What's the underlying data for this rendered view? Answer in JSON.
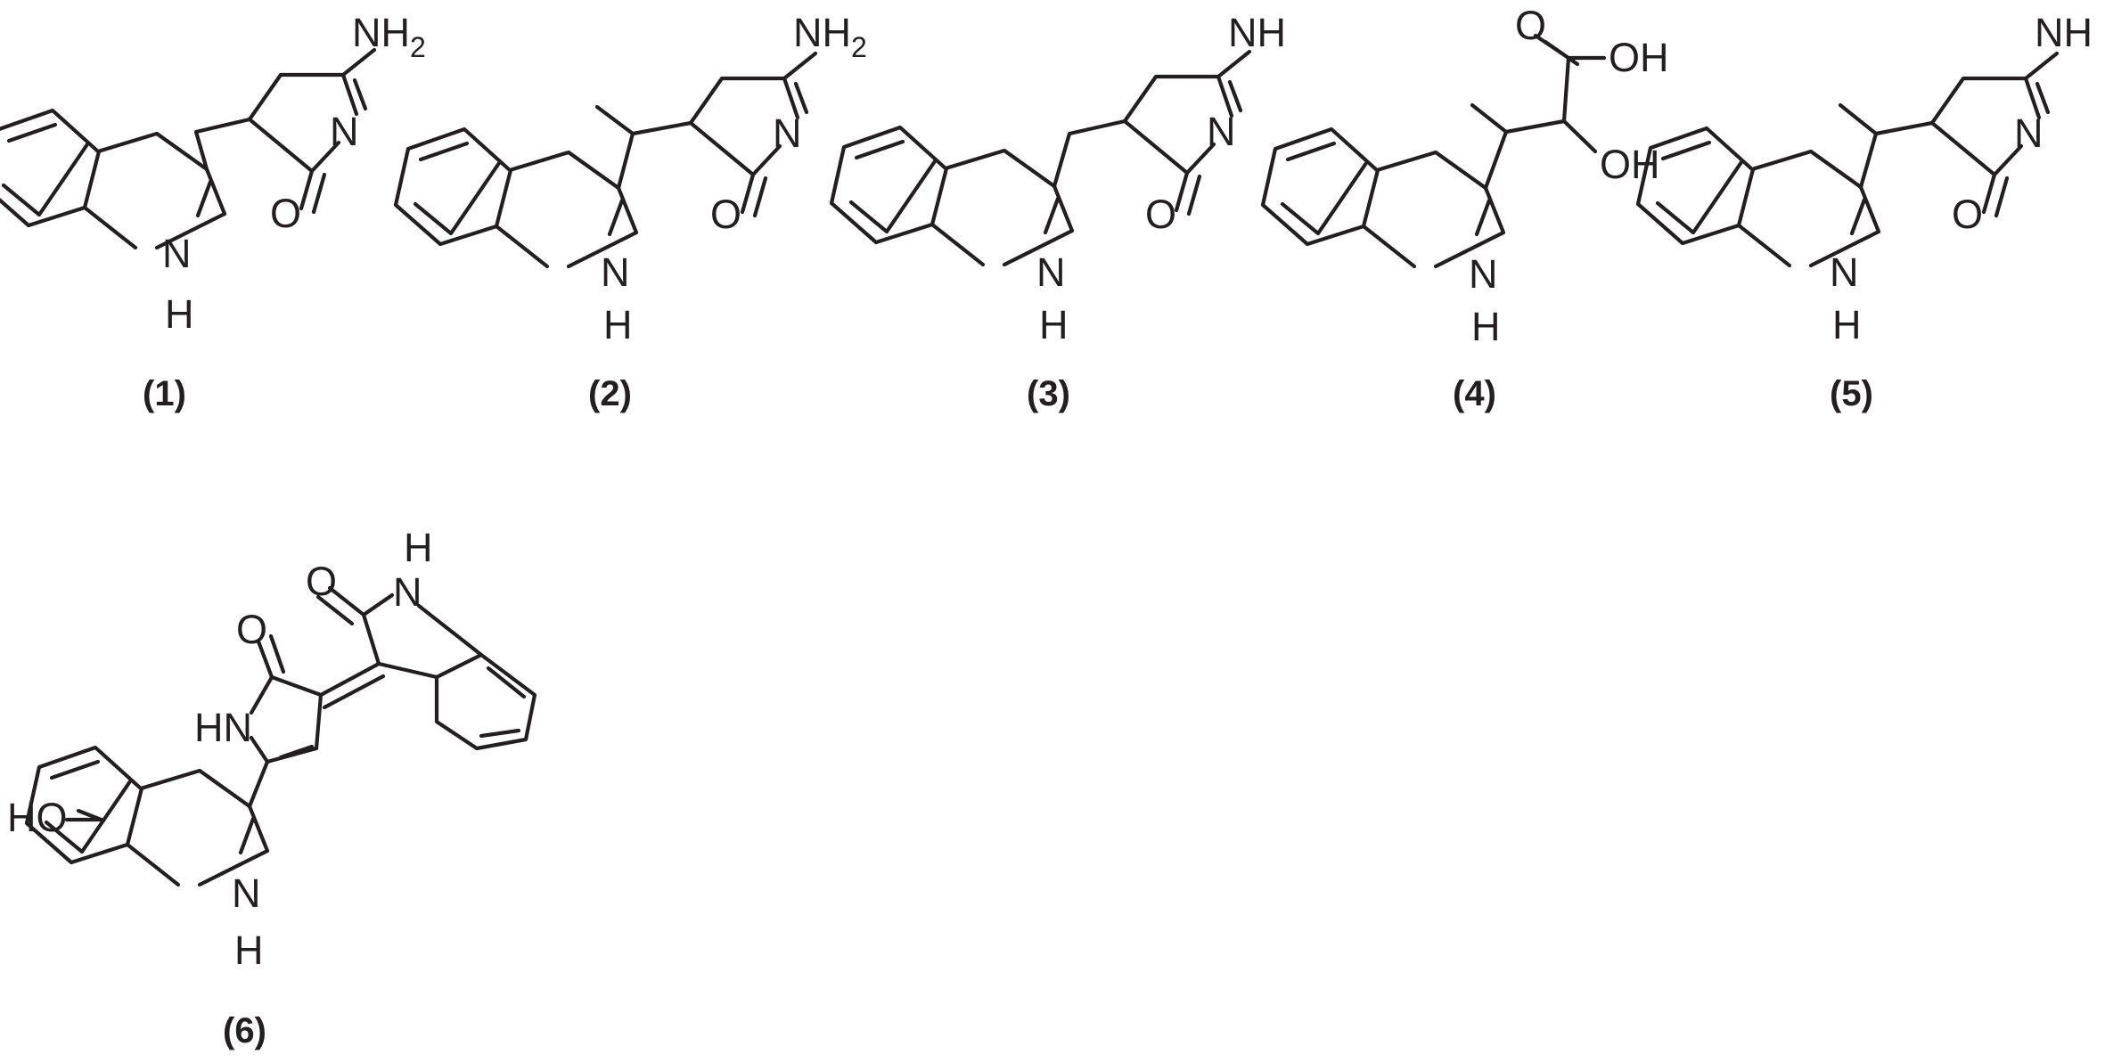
{
  "atoms": {
    "amine": "NH",
    "amine_sub": "2",
    "ring_n": "N",
    "indole_nh": "N",
    "indole_h": "H",
    "carbonyl_o": "O",
    "hydroxyl": "OH",
    "ring_nh": "HN",
    "phenol": "HO",
    "lactam_h": "H"
  },
  "compounds": [
    {
      "id": "1",
      "label": "(1)"
    },
    {
      "id": "2",
      "label": "(2)"
    },
    {
      "id": "3",
      "label": "(3)"
    },
    {
      "id": "4",
      "label": "(4)"
    },
    {
      "id": "5",
      "label": "(5)"
    },
    {
      "id": "6",
      "label": "(6)"
    }
  ]
}
